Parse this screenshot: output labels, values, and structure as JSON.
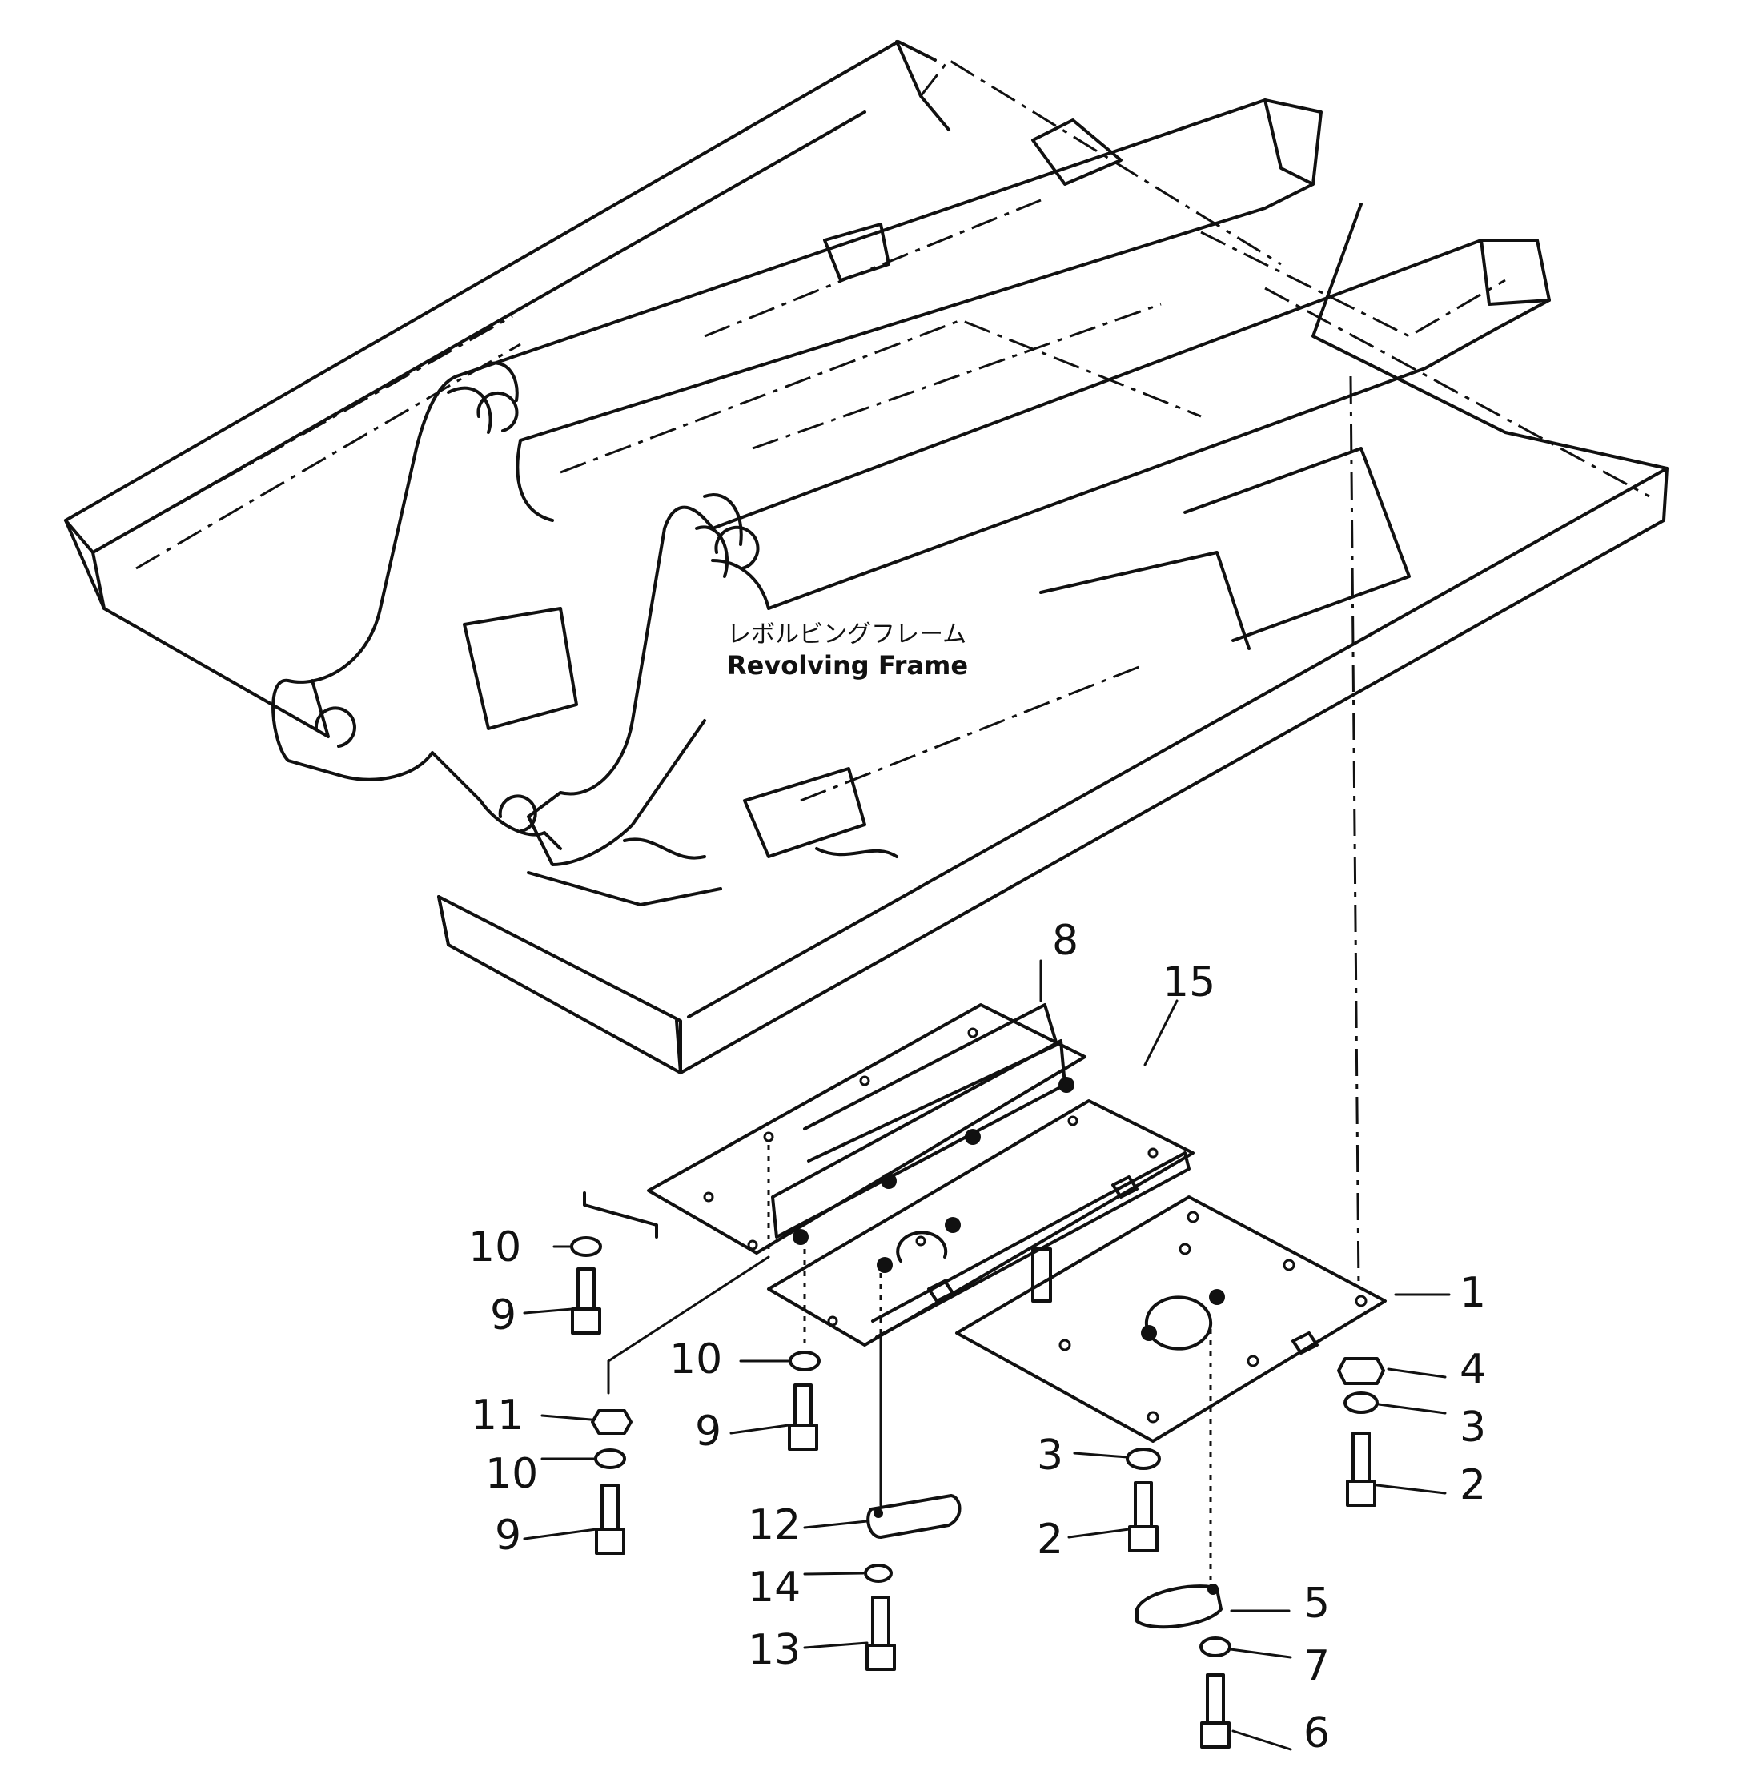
{
  "title": {
    "japanese": "レボルビングフレーム",
    "english": "Revolving Frame"
  },
  "callouts": {
    "c1": "1",
    "c2a": "2",
    "c2b": "2",
    "c3a": "3",
    "c3b": "3",
    "c4": "4",
    "c5": "5",
    "c6": "6",
    "c7": "7",
    "c8": "8",
    "c9a": "9",
    "c9b": "9",
    "c9c": "9",
    "c10a": "10",
    "c10b": "10",
    "c10c": "10",
    "c11": "11",
    "c12": "12",
    "c13": "13",
    "c14": "14",
    "c15": "15"
  }
}
